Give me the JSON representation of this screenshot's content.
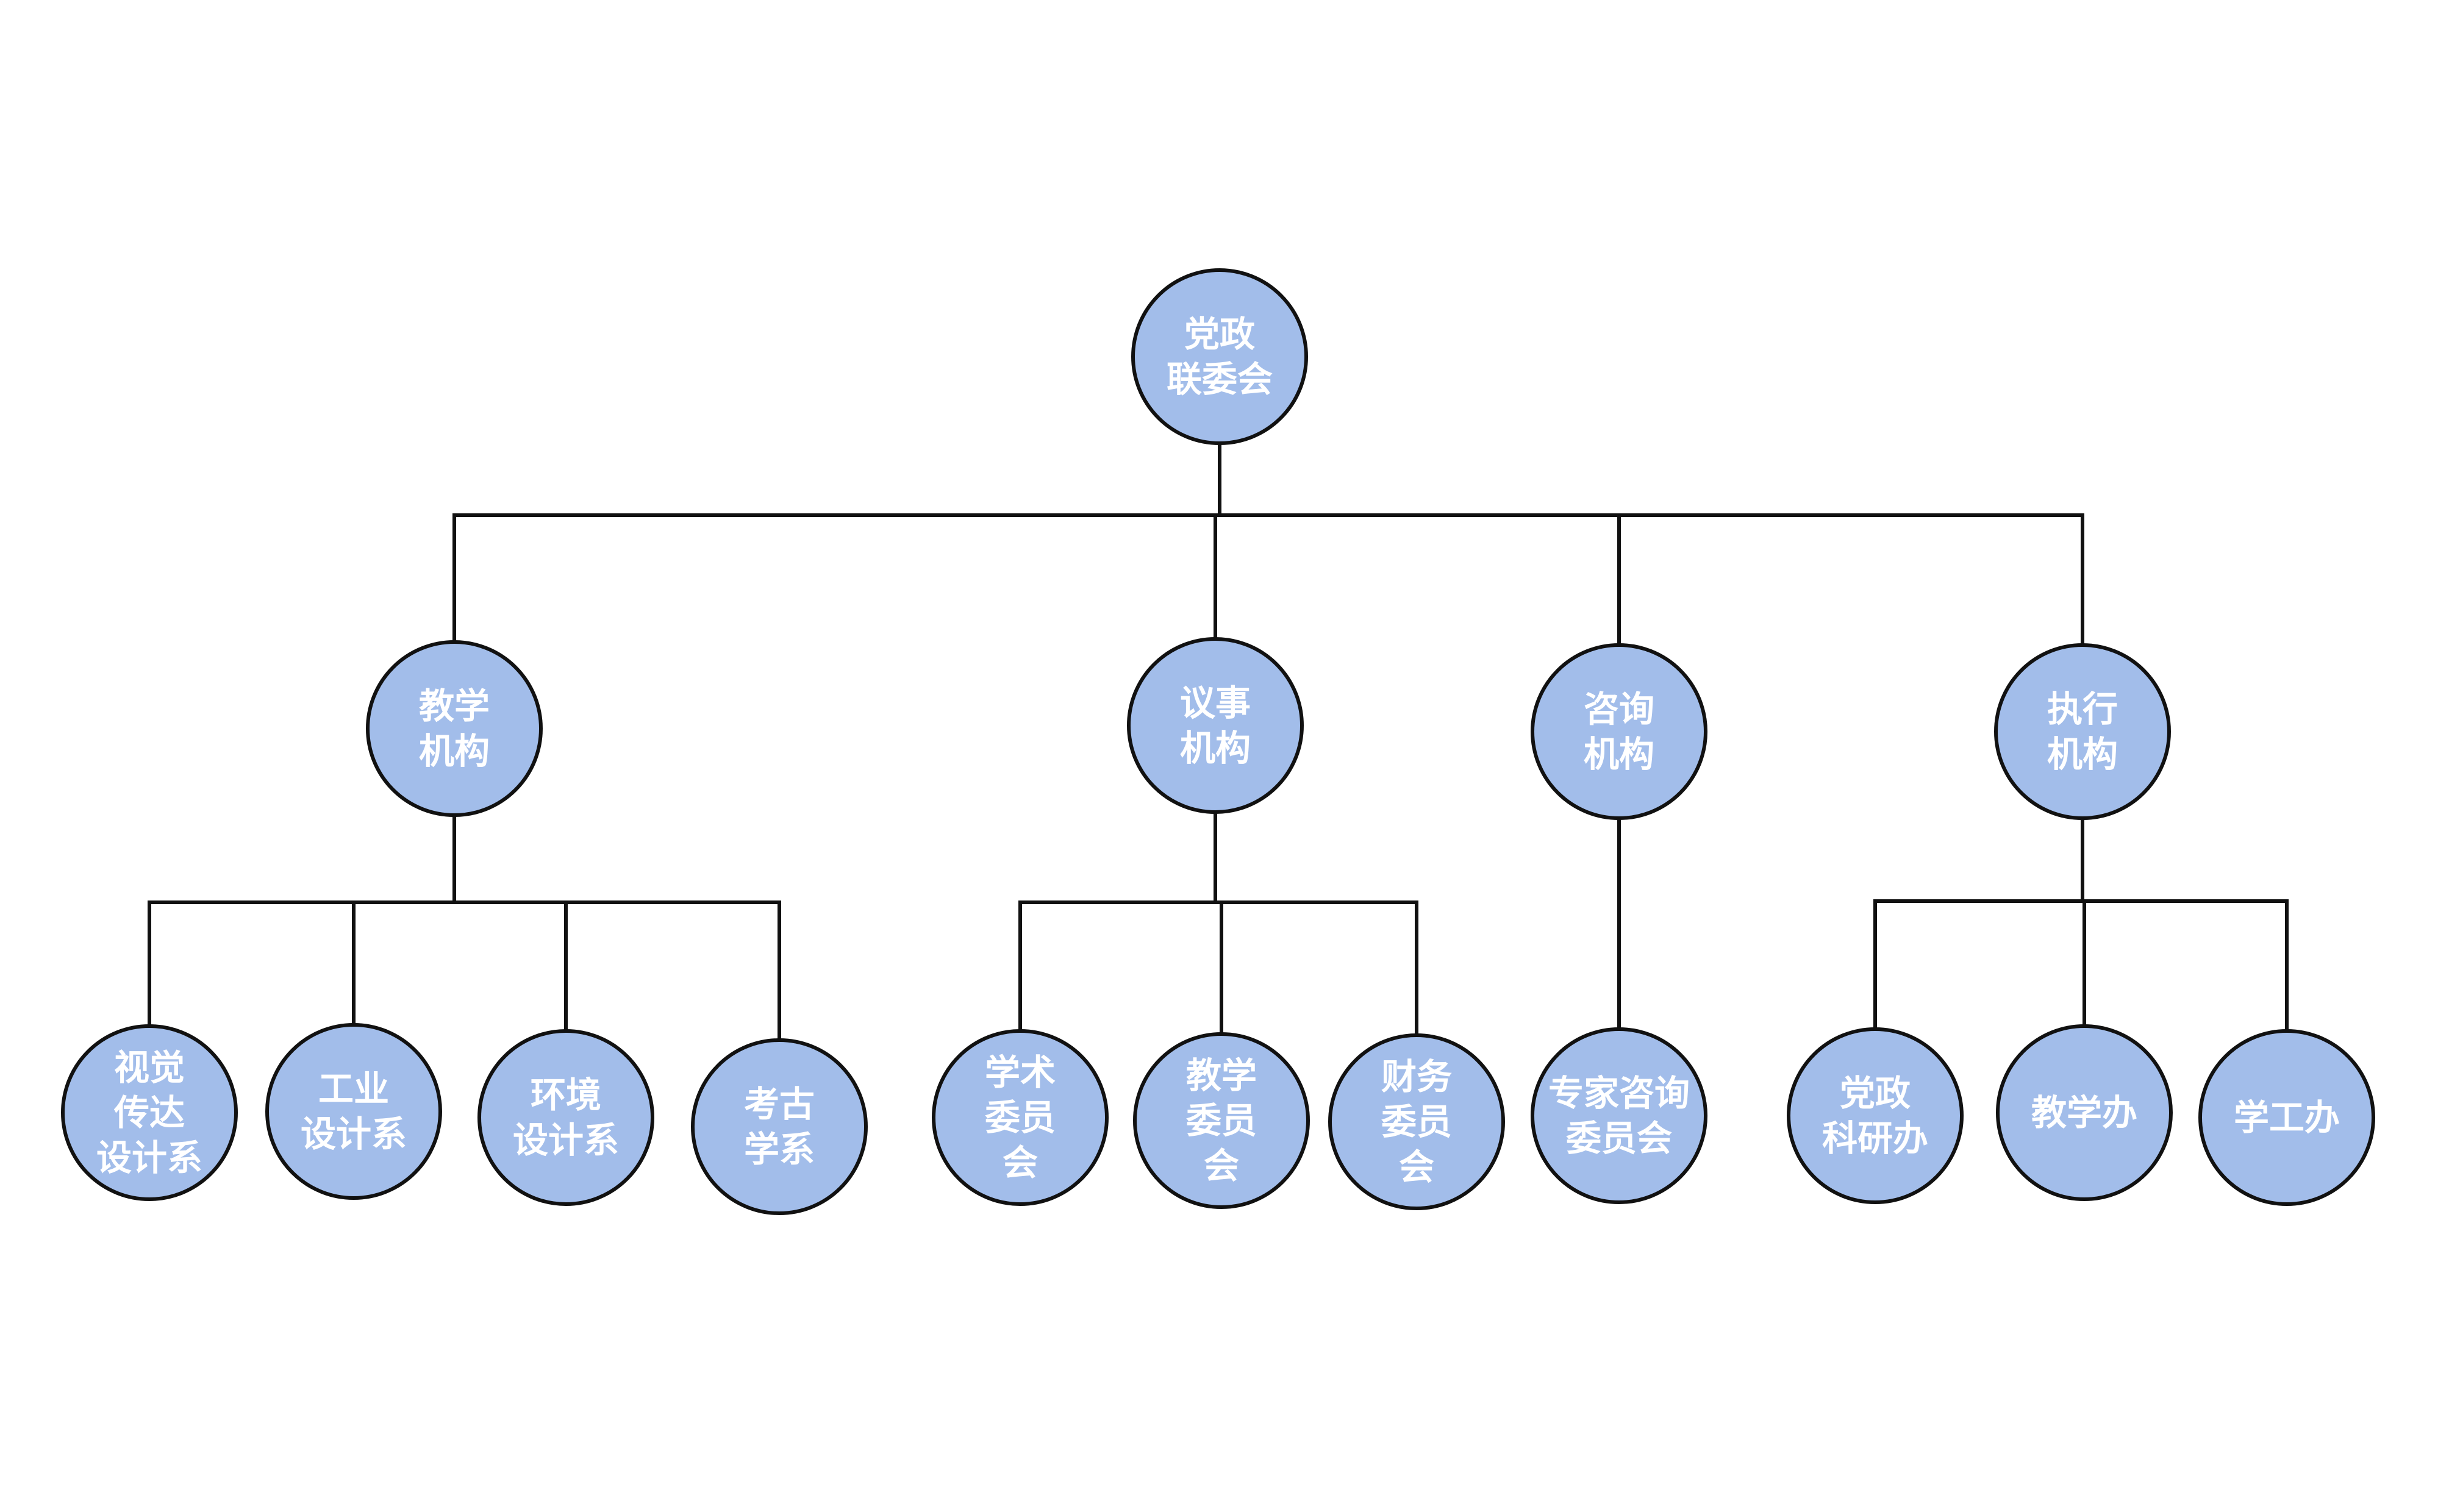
{
  "colors": {
    "node_fill": "#a2bdea",
    "node_stroke": "#111111",
    "line": "#111111",
    "text": "#ffffff"
  },
  "root": {
    "lines": [
      "党政",
      "联委会"
    ]
  },
  "departments": [
    {
      "lines": [
        "教学",
        "机构"
      ],
      "children": [
        {
          "lines": [
            "视觉",
            "传达",
            "设计系"
          ]
        },
        {
          "lines": [
            "工业",
            "设计系"
          ]
        },
        {
          "lines": [
            "环境",
            "设计系"
          ]
        },
        {
          "lines": [
            "考古",
            "学系"
          ]
        }
      ]
    },
    {
      "lines": [
        "议事",
        "机构"
      ],
      "children": [
        {
          "lines": [
            "学术",
            "委员",
            "会"
          ]
        },
        {
          "lines": [
            "教学",
            "委员",
            "会"
          ]
        },
        {
          "lines": [
            "财务",
            "委员",
            "会"
          ]
        }
      ]
    },
    {
      "lines": [
        "咨询",
        "机构"
      ],
      "children": [
        {
          "lines": [
            "专家咨询",
            "委员会"
          ]
        }
      ]
    },
    {
      "lines": [
        "执行",
        "机构"
      ],
      "children": [
        {
          "lines": [
            "党政",
            "科研办"
          ]
        },
        {
          "lines": [
            "教学办"
          ]
        },
        {
          "lines": [
            "学工办"
          ]
        }
      ]
    }
  ]
}
